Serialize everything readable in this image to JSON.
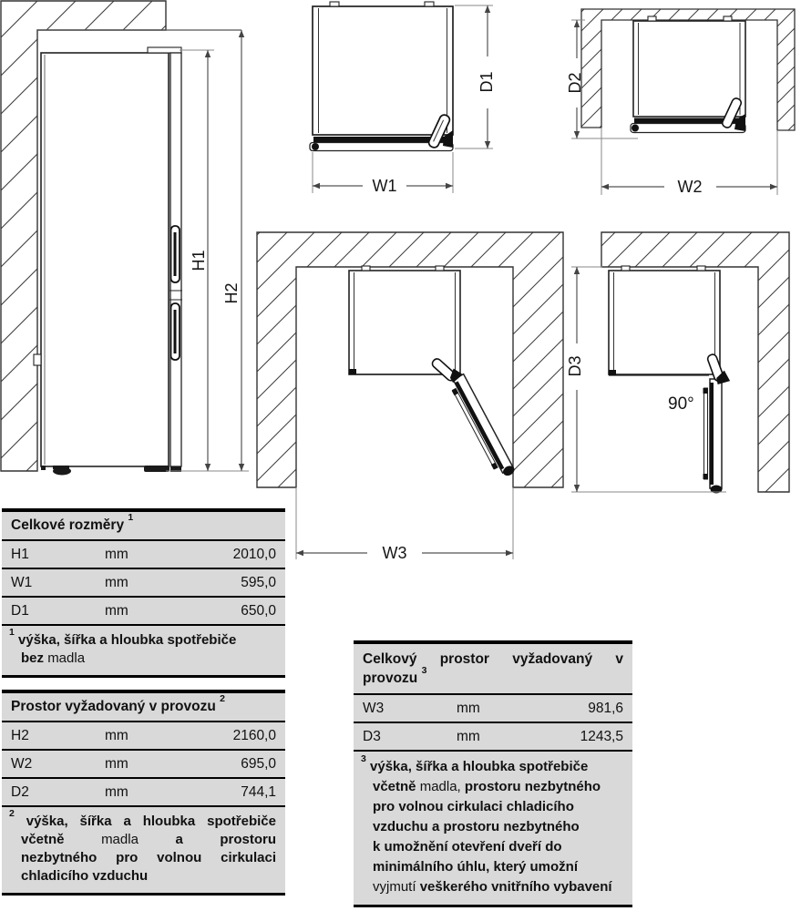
{
  "colors": {
    "table_bg": "#d9d9d9",
    "line": "#222222",
    "dim_line": "#666666"
  },
  "labels": {
    "h1": "H1",
    "h2": "H2",
    "w1": "W1",
    "d1": "D1",
    "w2": "W2",
    "d2": "D2",
    "w3": "W3",
    "d3": "D3",
    "angle": "90°"
  },
  "tables": {
    "t1": {
      "title": "Celkové rozměry",
      "sup": "1",
      "rows": [
        {
          "label": "H1",
          "unit": "mm",
          "value": "2010,0"
        },
        {
          "label": "W1",
          "unit": "mm",
          "value": "595,0"
        },
        {
          "label": "D1",
          "unit": "mm",
          "value": "650,0"
        }
      ],
      "foot": {
        "sup": "1",
        "l1": "výška, šířka a hloubka spotřebiče",
        "l2a": "bez",
        "l2b": "madla"
      }
    },
    "t2": {
      "title": "Prostor vyžadovaný v provozu",
      "sup": "2",
      "rows": [
        {
          "label": "H2",
          "unit": "mm",
          "value": "2160,0"
        },
        {
          "label": "W2",
          "unit": "mm",
          "value": "695,0"
        },
        {
          "label": "D2",
          "unit": "mm",
          "value": "744,1"
        }
      ],
      "foot": {
        "sup": "2",
        "l1": "výška, šířka a hloubka spotřebiče",
        "l2a": "včetně",
        "l2b": "madla",
        "l2c": "a",
        "l2d": "prostoru",
        "l3": "nezbytného pro volnou cirkulaci",
        "l4": "chladicího vzduchu"
      }
    },
    "t3": {
      "title_l1": "Celkový prostor vyžadovaný v",
      "title_l2": "provozu",
      "sup": "3",
      "rows": [
        {
          "label": "W3",
          "unit": "mm",
          "value": "981,6"
        },
        {
          "label": "D3",
          "unit": "mm",
          "value": "1243,5"
        }
      ],
      "foot": {
        "sup": "3",
        "l1": "výška, šířka a hloubka spotřebiče",
        "l2a": "včetně",
        "l2b": "madla,",
        "l2c": "prostoru nezbytného",
        "l3": "pro volnou cirkulaci chladicího",
        "l4": "vzduchu a prostoru nezbytného",
        "l5": "k umožnění otevření dveří do",
        "l6": "minimálního úhlu, který umožní",
        "l7a": "vyjmutí",
        "l7b": "veškerého vnitřního vybavení"
      }
    }
  }
}
